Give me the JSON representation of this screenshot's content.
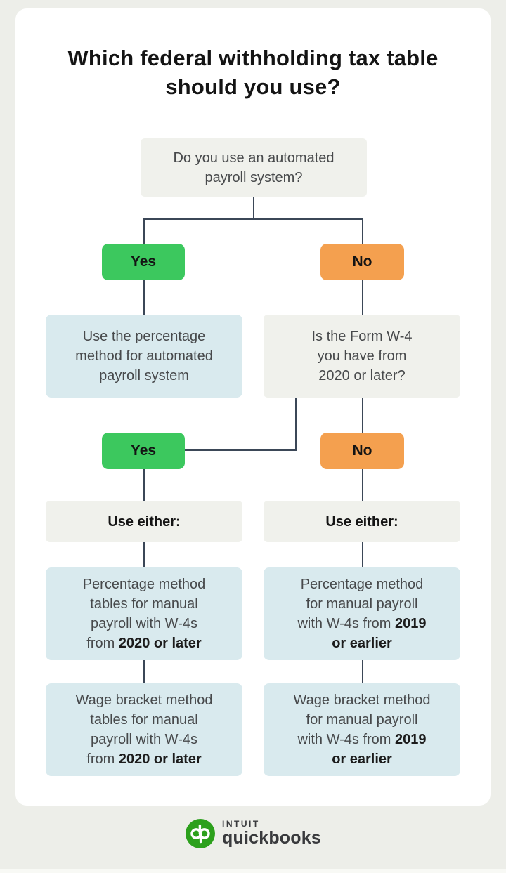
{
  "theme": {
    "background": "#edeee9",
    "card": "#ffffff",
    "yes_green": "#3cc85e",
    "no_orange": "#f4a04f",
    "info_blue": "#d9eaee",
    "question_gray": "#f0f1ec",
    "connector_line": "#3b4757",
    "text_dark": "#47494b",
    "text_black": "#141414",
    "brand_green": "#2ca01c",
    "brand_text": "#393a3d"
  },
  "title": "Which federal withholding tax table should you use?",
  "flowchart": {
    "q_automated": "Do you use an automated payroll system?",
    "yes_1": "Yes",
    "no_1": "No",
    "result_automated": "Use the percentage method for automated payroll system",
    "q_w4": "Is the Form W-4 you have from 2020 or later?",
    "yes_2": "Yes",
    "no_2": "No",
    "either_left": "Use either:",
    "either_right": "Use either:",
    "pct_left": {
      "text": "Percentage method tables for manual payroll with W-4s from",
      "bold": "2020 or later"
    },
    "pct_right": {
      "text": "Percentage method for manual payroll with W-4s from",
      "bold": "2019 or earlier"
    },
    "wage_left": {
      "text": "Wage bracket method tables for manual payroll with W-4s from",
      "bold": "2020 or later"
    },
    "wage_right": {
      "text": "Wage bracket method for manual payroll with W-4s from",
      "bold": "2019 or earlier"
    }
  },
  "footer": {
    "logo_monogram": "qb",
    "brand_line1": "INTUIT",
    "brand_line2": "quickbooks"
  }
}
